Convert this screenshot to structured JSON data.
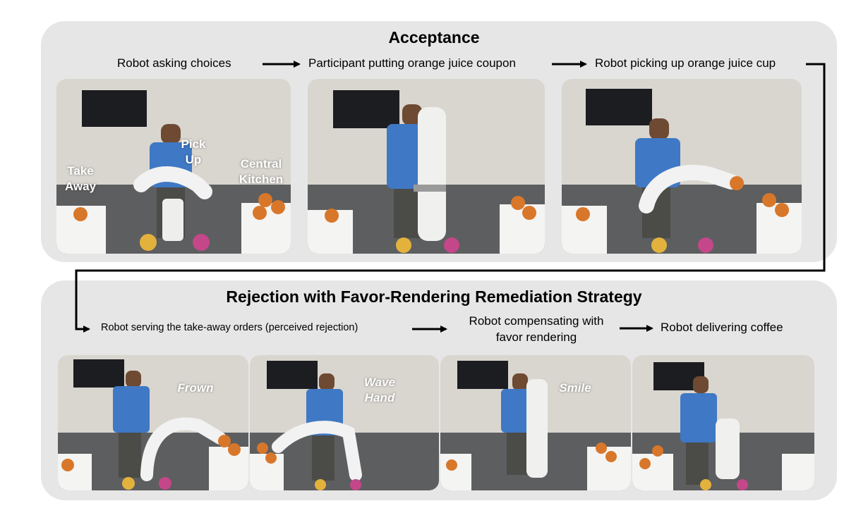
{
  "acceptance": {
    "title": "Acceptance",
    "steps": [
      "Robot asking choices",
      "Participant putting orange juice coupon",
      "Robot picking up orange juice cup"
    ],
    "photo1_labels": {
      "take_away": "Take\nAway",
      "pick_up": "Pick\nUp",
      "central_kitchen": "Central\nKitchen"
    }
  },
  "rejection": {
    "title": "Rejection with Favor-Rendering Remediation Strategy",
    "steps": [
      "Robot serving the take-away orders (perceived rejection)",
      "Robot compensating with\nfavor rendering",
      "Robot delivering coffee"
    ],
    "expressions": [
      "Frown",
      "Wave\nHand",
      "Smile"
    ]
  },
  "colors": {
    "panel": "#e6e6e6",
    "arrow": "#000000",
    "shirt": "#3f78c4",
    "cup": "#d8772a"
  }
}
